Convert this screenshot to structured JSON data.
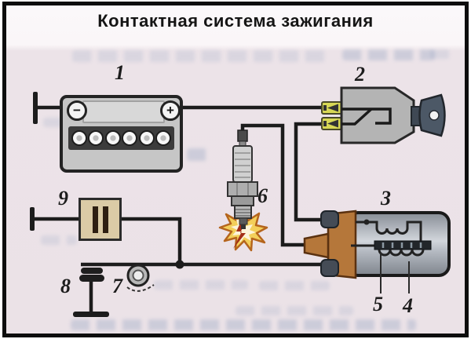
{
  "title": "Контактная система зажигания",
  "components": {
    "battery": {
      "label": "1",
      "minus_sign": "−",
      "plus_sign": "+",
      "cells": 6
    },
    "ignition_switch": {
      "label": "2"
    },
    "ignition_coil": {
      "label": "3"
    },
    "primary_winding": {
      "label": "4"
    },
    "secondary_winding": {
      "label": "5"
    },
    "spark_plug": {
      "label": "6"
    },
    "cam": {
      "label": "7"
    },
    "breaker_contacts": {
      "label": "8"
    },
    "capacitor": {
      "label": "9"
    }
  },
  "colors": {
    "frame": "#0d0d0d",
    "background": "#ece3e8",
    "wire": "#1c1c1c",
    "switch_body": "#b4b4b4",
    "terminal_yellow": "#d8d855",
    "key": "#4c5866",
    "coil_cap_brown": "#b5773a",
    "capacitor_tan": "#dbcba6",
    "spark_yellow": "#f3cf5a",
    "spark_orange": "#b5651d"
  }
}
